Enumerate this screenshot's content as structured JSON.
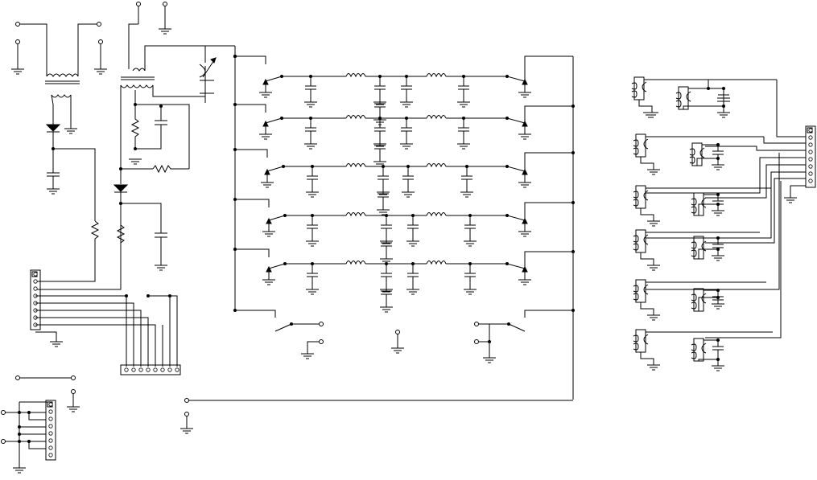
{
  "diagram": {
    "type": "electronic-schematic",
    "labels": [],
    "filter_sections": 5,
    "connectors": [
      "header-8pin-left",
      "header-8pin-bottom",
      "header-8pin-right",
      "header-7pin-corner"
    ],
    "relay_pairs": 6
  }
}
